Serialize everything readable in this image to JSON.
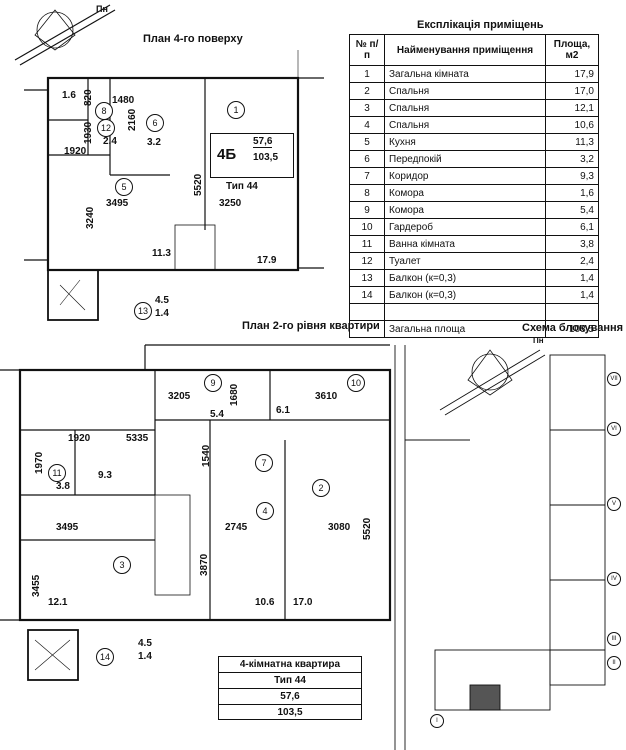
{
  "plan4": {
    "title": "План 4-го поверху",
    "apt_code": "4Б",
    "area_living": "57,6",
    "area_total": "103,5",
    "type": "Тип 44",
    "dims": [
      "1.6",
      "820",
      "1480",
      "1930",
      "2160",
      "2.4",
      "3.2",
      "1920",
      "5520",
      "3240",
      "3495",
      "3250",
      "11.3",
      "17.9",
      "4.5",
      "1.4"
    ],
    "rooms": [
      "1",
      "5",
      "6",
      "8",
      "12",
      "13"
    ]
  },
  "plan2": {
    "title": "План 2-го рівня квартири",
    "dims": [
      "3205",
      "1680",
      "3610",
      "5.4",
      "6.1",
      "1920",
      "5335",
      "1540",
      "1970",
      "9.3",
      "3.8",
      "3495",
      "2745",
      "3080",
      "5520",
      "3455",
      "3870",
      "12.1",
      "10.6",
      "17.0",
      "4.5",
      "1.4"
    ],
    "rooms": [
      "9",
      "10",
      "7",
      "11",
      "2",
      "4",
      "3",
      "14"
    ]
  },
  "summary": {
    "line1": "4-кімнатна квартира",
    "line2": "Тип 44",
    "line3": "57,6",
    "line4": "103,5"
  },
  "scheme": {
    "title": "Схема блокування",
    "axis_labels": [
      "VII",
      "VI",
      "V",
      "IV",
      "III",
      "II",
      "I"
    ]
  },
  "explication": {
    "title": "Експлікація приміщень",
    "headers": [
      "№ п/п",
      "Найменування приміщення",
      "Площа, м2"
    ],
    "rows": [
      {
        "n": "1",
        "name": "Загальна кімната",
        "area": "17,9"
      },
      {
        "n": "2",
        "name": "Спальня",
        "area": "17,0"
      },
      {
        "n": "3",
        "name": "Спальня",
        "area": "12,1"
      },
      {
        "n": "4",
        "name": "Спальня",
        "area": "10,6"
      },
      {
        "n": "5",
        "name": "Кухня",
        "area": "11,3"
      },
      {
        "n": "6",
        "name": "Передпокій",
        "area": "3,2"
      },
      {
        "n": "7",
        "name": "Коридор",
        "area": "9,3"
      },
      {
        "n": "8",
        "name": "Комора",
        "area": "1,6"
      },
      {
        "n": "9",
        "name": "Комора",
        "area": "5,4"
      },
      {
        "n": "10",
        "name": "Гардероб",
        "area": "6,1"
      },
      {
        "n": "11",
        "name": "Ванна кімната",
        "area": "3,8"
      },
      {
        "n": "12",
        "name": "Туалет",
        "area": "2,4"
      },
      {
        "n": "13",
        "name": "Балкон (к=0,3)",
        "area": "1,4"
      },
      {
        "n": "14",
        "name": "Балкон (к=0,3)",
        "area": "1,4"
      },
      {
        "n": "",
        "name": "",
        "area": ""
      },
      {
        "n": "",
        "name": "Загальна площа",
        "area": "103,5"
      }
    ]
  },
  "north_label": "Пн"
}
